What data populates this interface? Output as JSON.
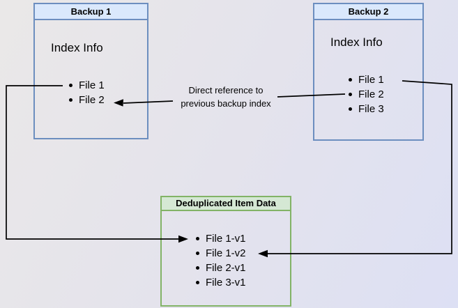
{
  "diagram": {
    "backup1": {
      "title": "Backup 1",
      "index_label": "Index Info",
      "files": [
        "File 1",
        "File 2"
      ]
    },
    "backup2": {
      "title": "Backup 2",
      "index_label": "Index Info",
      "files": [
        "File 1",
        "File 2",
        "File 3"
      ]
    },
    "dedup": {
      "title": "Deduplicated Item Data",
      "files": [
        "File 1-v1",
        "File 1-v2",
        "File 2-v1",
        "File 3-v1"
      ]
    },
    "annotation": {
      "line1": "Direct reference to",
      "line2": "previous backup index"
    }
  },
  "colors": {
    "backup_border": "#6c8ebf",
    "backup_header_bg": "#dae8fc",
    "dedup_border": "#82b366",
    "dedup_header_bg": "#d5e8d4",
    "arrow": "#000000",
    "text": "#000000"
  }
}
